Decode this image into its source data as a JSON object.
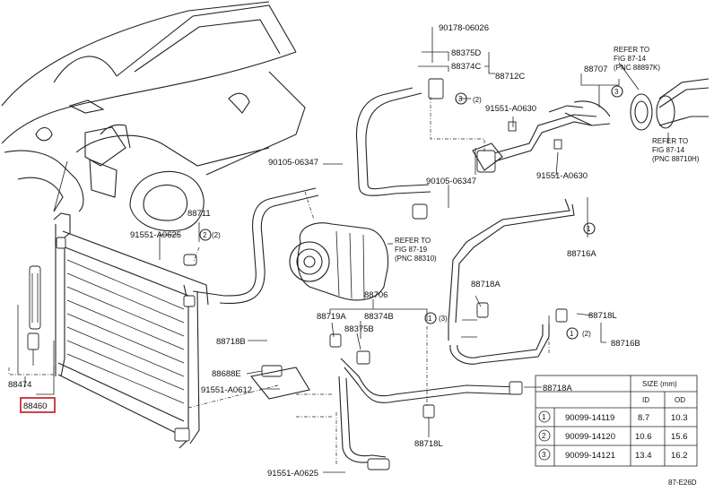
{
  "labels": {
    "p90178": "90178-06026",
    "p88375d": "88375D",
    "p88374c": "88374C",
    "p88712c": "88712C",
    "p91551_a0630_top": "91551-A0630",
    "p88707": "88707",
    "refer_top_1": "REFER TO",
    "refer_top_2": "FIG 87-14",
    "refer_top_3": "(PNC 88897K)",
    "refer_right_1": "REFER TO",
    "refer_right_2": "FIG 87-14",
    "refer_right_3": "(PNC 88710H)",
    "p91551_a0630_mid": "91551-A0630",
    "p90105_left": "90105-06347",
    "p90105_mid": "90105-06347",
    "p88711": "88711",
    "p91551_a0625_top": "91551-A0625",
    "refer_comp_1": "REFER TO",
    "refer_comp_2": "FIG 87-19",
    "refer_comp_3": "(PNC 88310)",
    "p88716a": "88716A",
    "p88718a_top": "88718A",
    "p88706": "88706",
    "p88719a": "88719A",
    "p88374b": "88374B",
    "p88375b": "88375B",
    "p88718l_right": "88718L",
    "p88716b": "88716B",
    "p88718b": "88718B",
    "p88688e": "88688E",
    "p91551_a0612": "91551-A0612",
    "p88718a_bot": "88718A",
    "p88718l_bot": "88718L",
    "p88474": "88474",
    "p88460": "88460",
    "p91551_a0625_bot": "91551-A0625",
    "callout_1": "1",
    "callout_2": "2",
    "callout_3": "3",
    "qty_2": "(2)",
    "qty_3": "(3)",
    "fig_code": "87-E26D"
  },
  "size_table": {
    "title": "SIZE (mm)",
    "headers": [
      "",
      "",
      "ID",
      "OD"
    ],
    "rows": [
      {
        "no": "1",
        "part": "90099-14119",
        "id": "8.7",
        "od": "10.3"
      },
      {
        "no": "2",
        "part": "90099-14120",
        "id": "10.6",
        "od": "15.6"
      },
      {
        "no": "3",
        "part": "90099-14121",
        "id": "13.4",
        "od": "16.2"
      }
    ]
  },
  "colors": {
    "highlight": "#c0141b",
    "line": "#222222"
  }
}
